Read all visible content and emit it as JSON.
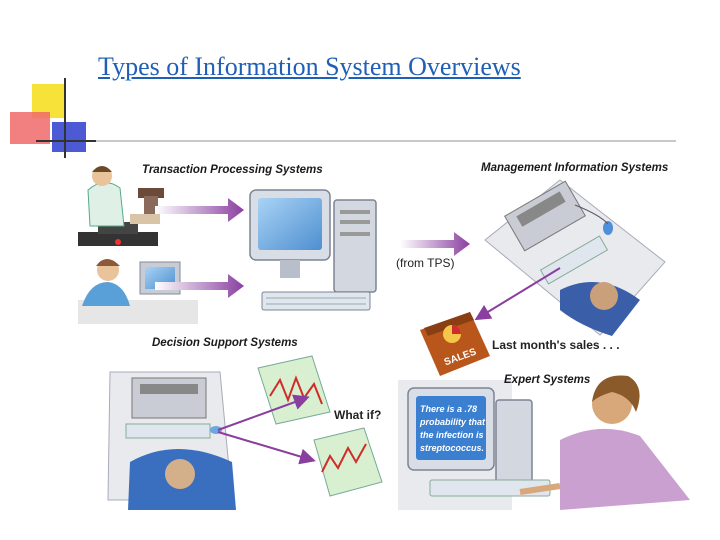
{
  "title": "Types of Information System Overviews",
  "labels": {
    "tps": "Transaction Processing Systems",
    "mis": "Management Information Systems",
    "dss": "Decision Support Systems",
    "es": "Expert Systems",
    "from_tps": "(from TPS)",
    "last_month": "Last month's sales . . .",
    "what_if": "What if?",
    "sales_book": "SALES",
    "expert_screen_lines": [
      "There is a .78",
      "probability that",
      "the infection is",
      "streptococcus."
    ]
  },
  "colors": {
    "title": "#1f5fb8",
    "deco_yellow": "#f7e23a",
    "deco_red": "#ee2d24",
    "deco_blue": "#2c36c8",
    "arrow_purple": "#8a3fa0",
    "monitor_screen": "#7fb6e8"
  }
}
